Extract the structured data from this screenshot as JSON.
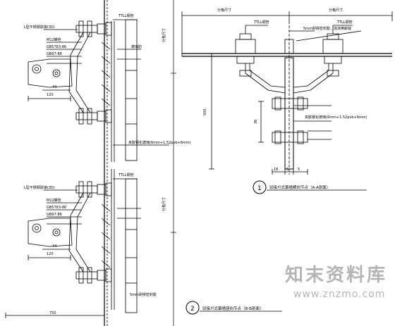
{
  "watermark": {
    "name": "知末资料库",
    "url": "www.znzmo.com"
  },
  "details": [
    {
      "number": "1",
      "title": "驳接爪式幕墙横向节点（A-A剖面）"
    },
    {
      "number": "2",
      "title": "驳接爪式幕墙竖向节点（B-B剖面）"
    }
  ],
  "dimensions": {
    "d120_top": "120",
    "d120_bottom": "120",
    "d44_top": "44",
    "d44_bottom": "44",
    "d750": "750",
    "d500": "500",
    "d36": "36",
    "d18": "18",
    "d5_top": "5",
    "d5_bottom": "5"
  },
  "labels": {
    "tubing_top": "TTLL钢管",
    "tubing_bottom": "TTLL钢管",
    "tubing_r1": "TTLL钢管",
    "tubing_r2": "TTLL钢管",
    "claw_top": "L型不锈钢驳接(3D)",
    "claw_bottom": "L型不锈钢驳接(3D)",
    "bolt_top": "M12螺栓",
    "bolt_bottom": "M12螺栓",
    "grade_top": "GB5783-86",
    "grade_bottom": "GB5783-86",
    "washer_top": "GB97-86",
    "washer_bottom": "GB97-86",
    "glass_mid": "夹胶钢化玻璃(6mm+1.52pvb+6mm)",
    "glass_right": "夹胶钢化玻璃(6mm+1.52pvb+6mm)",
    "sealant_right": "5mm耐候密封胶，泡沫棒嵌缝",
    "sealant_bottom": "5mm耐候密封胶",
    "fin_label": "玻璃肋",
    "col_dim_1": "分格尺寸",
    "col_dim_2": "分格尺寸",
    "height_dim_1": "分格尺寸",
    "height_dim_2": "分格尺寸"
  }
}
